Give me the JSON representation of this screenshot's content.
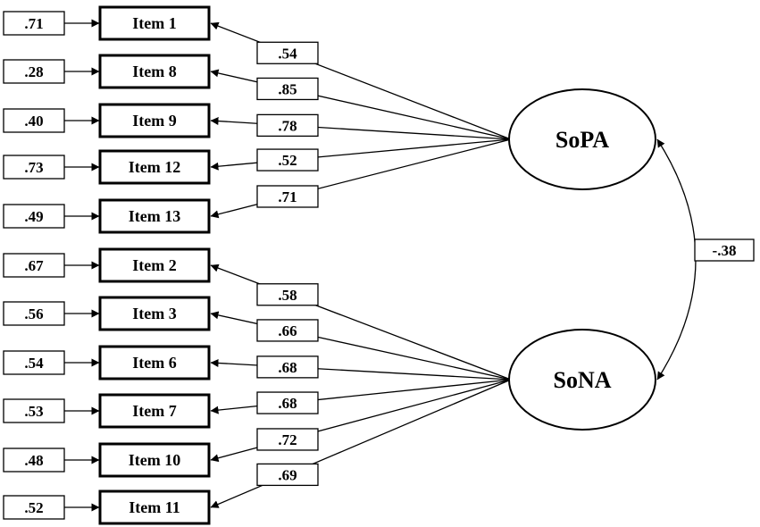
{
  "factors": [
    {
      "id": "sopa",
      "label": "SoPA"
    },
    {
      "id": "sona",
      "label": "SoNA"
    }
  ],
  "correlation": "-.38",
  "items": [
    {
      "label": "Item 1",
      "error": ".71",
      "loading": ".54",
      "factor": "sopa"
    },
    {
      "label": "Item 8",
      "error": ".28",
      "loading": ".85",
      "factor": "sopa"
    },
    {
      "label": "Item 9",
      "error": ".40",
      "loading": ".78",
      "factor": "sopa"
    },
    {
      "label": "Item 12",
      "error": ".73",
      "loading": ".52",
      "factor": "sopa"
    },
    {
      "label": "Item 13",
      "error": ".49",
      "loading": ".71",
      "factor": "sopa"
    },
    {
      "label": "Item 2",
      "error": ".67",
      "loading": ".58",
      "factor": "sona"
    },
    {
      "label": "Item 3",
      "error": ".56",
      "loading": ".66",
      "factor": "sona"
    },
    {
      "label": "Item 6",
      "error": ".54",
      "loading": ".68",
      "factor": "sona"
    },
    {
      "label": "Item 7",
      "error": ".53",
      "loading": ".68",
      "factor": "sona"
    },
    {
      "label": "Item 10",
      "error": ".48",
      "loading": ".72",
      "factor": "sona"
    },
    {
      "label": "Item 11",
      "error": ".52",
      "loading": ".69",
      "factor": "sona"
    }
  ]
}
